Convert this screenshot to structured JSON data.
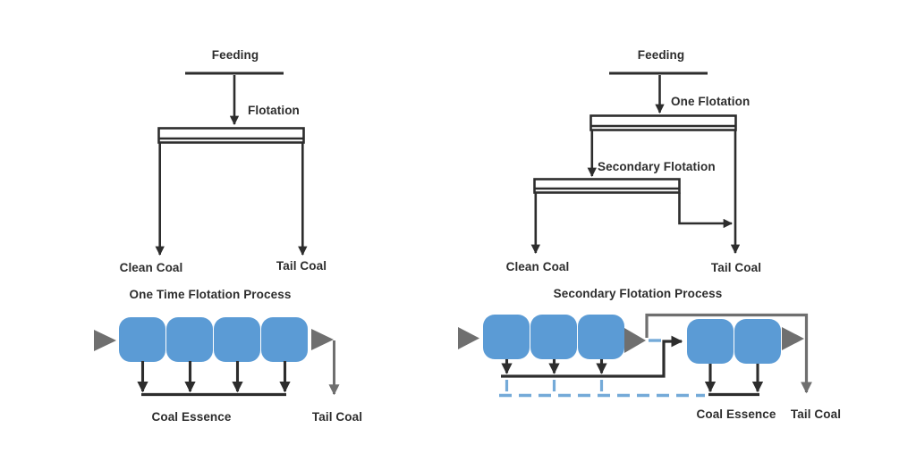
{
  "colors": {
    "line_color": "#2d2d2d",
    "cell_blue": "#5b9bd5",
    "gray_color": "#6f6f6f",
    "dash_blue": "#74aad8"
  },
  "left": {
    "feeding_label": "Feeding",
    "flotation_label": "Flotation",
    "clean_coal_label": "Clean Coal",
    "tail_coal_label": "Tail Coal",
    "process_title": "One Time Flotation Process",
    "coal_essence_label": "Coal Essence",
    "flow_tail_coal_label": "Tail Coal"
  },
  "right": {
    "feeding_label": "Feeding",
    "one_flotation_label": "One Flotation",
    "secondary_flotation_label": "Secondary Flotation",
    "clean_coal_label": "Clean Coal",
    "tail_coal_label": "Tail Coal",
    "process_title": "Secondary Flotation Process",
    "coal_essence_label": "Coal Essence",
    "flow_tail_coal_label": "Tail Coal"
  }
}
